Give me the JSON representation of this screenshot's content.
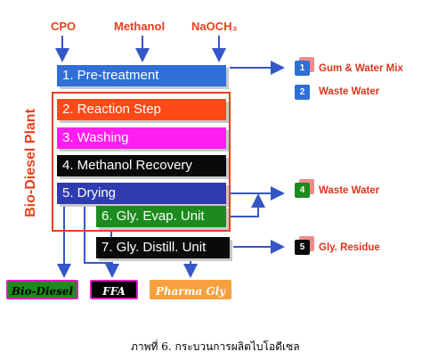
{
  "inputs": [
    "CPO",
    "Methanol",
    "NaOCH₃"
  ],
  "plant_label": "Bio-Diesel Plant",
  "steps": [
    {
      "label": "1. Pre-treatment",
      "color": "#2f6fd6"
    },
    {
      "label": "2. Reaction Step",
      "color": "#ff4a17"
    },
    {
      "label": "3. Washing",
      "color": "#ff1ef0"
    },
    {
      "label": "4. Methanol Recovery",
      "color": "#0a0a0a"
    },
    {
      "label": "5. Drying",
      "color": "#2f3bb0"
    },
    {
      "label": "6. Gly. Evap. Unit",
      "color": "#1d8a1d"
    },
    {
      "label": "7. Gly. Distill. Unit",
      "color": "#0a0a0a"
    }
  ],
  "outputs": [
    {
      "number": "1",
      "label": "Gum & Water Mix",
      "color": "#2f6fd6"
    },
    {
      "number": "2",
      "label": "Waste Water",
      "color": "#2f6fd6"
    },
    {
      "number": "4",
      "label": "Waste Water",
      "color": "#1d8a1d"
    },
    {
      "number": "5",
      "label": "Gly. Residue",
      "color": "#0a0a0a"
    }
  ],
  "products": [
    {
      "label": "Bio-Diesel",
      "color": "#1d8a1d",
      "border": "#e01ec0"
    },
    {
      "label": "FFA",
      "color": "#000000",
      "border": "#e01ec0"
    },
    {
      "label": "Pharma Gly",
      "color": "#f7a040",
      "border": "#f7a040"
    }
  ],
  "caption": "ภาพที่ 6. กระบวนการผลิตไบโอดีเซล",
  "colors": {
    "accent": "#e8401c",
    "arrow": "#3556c8",
    "plant_border": "#e8401c"
  }
}
